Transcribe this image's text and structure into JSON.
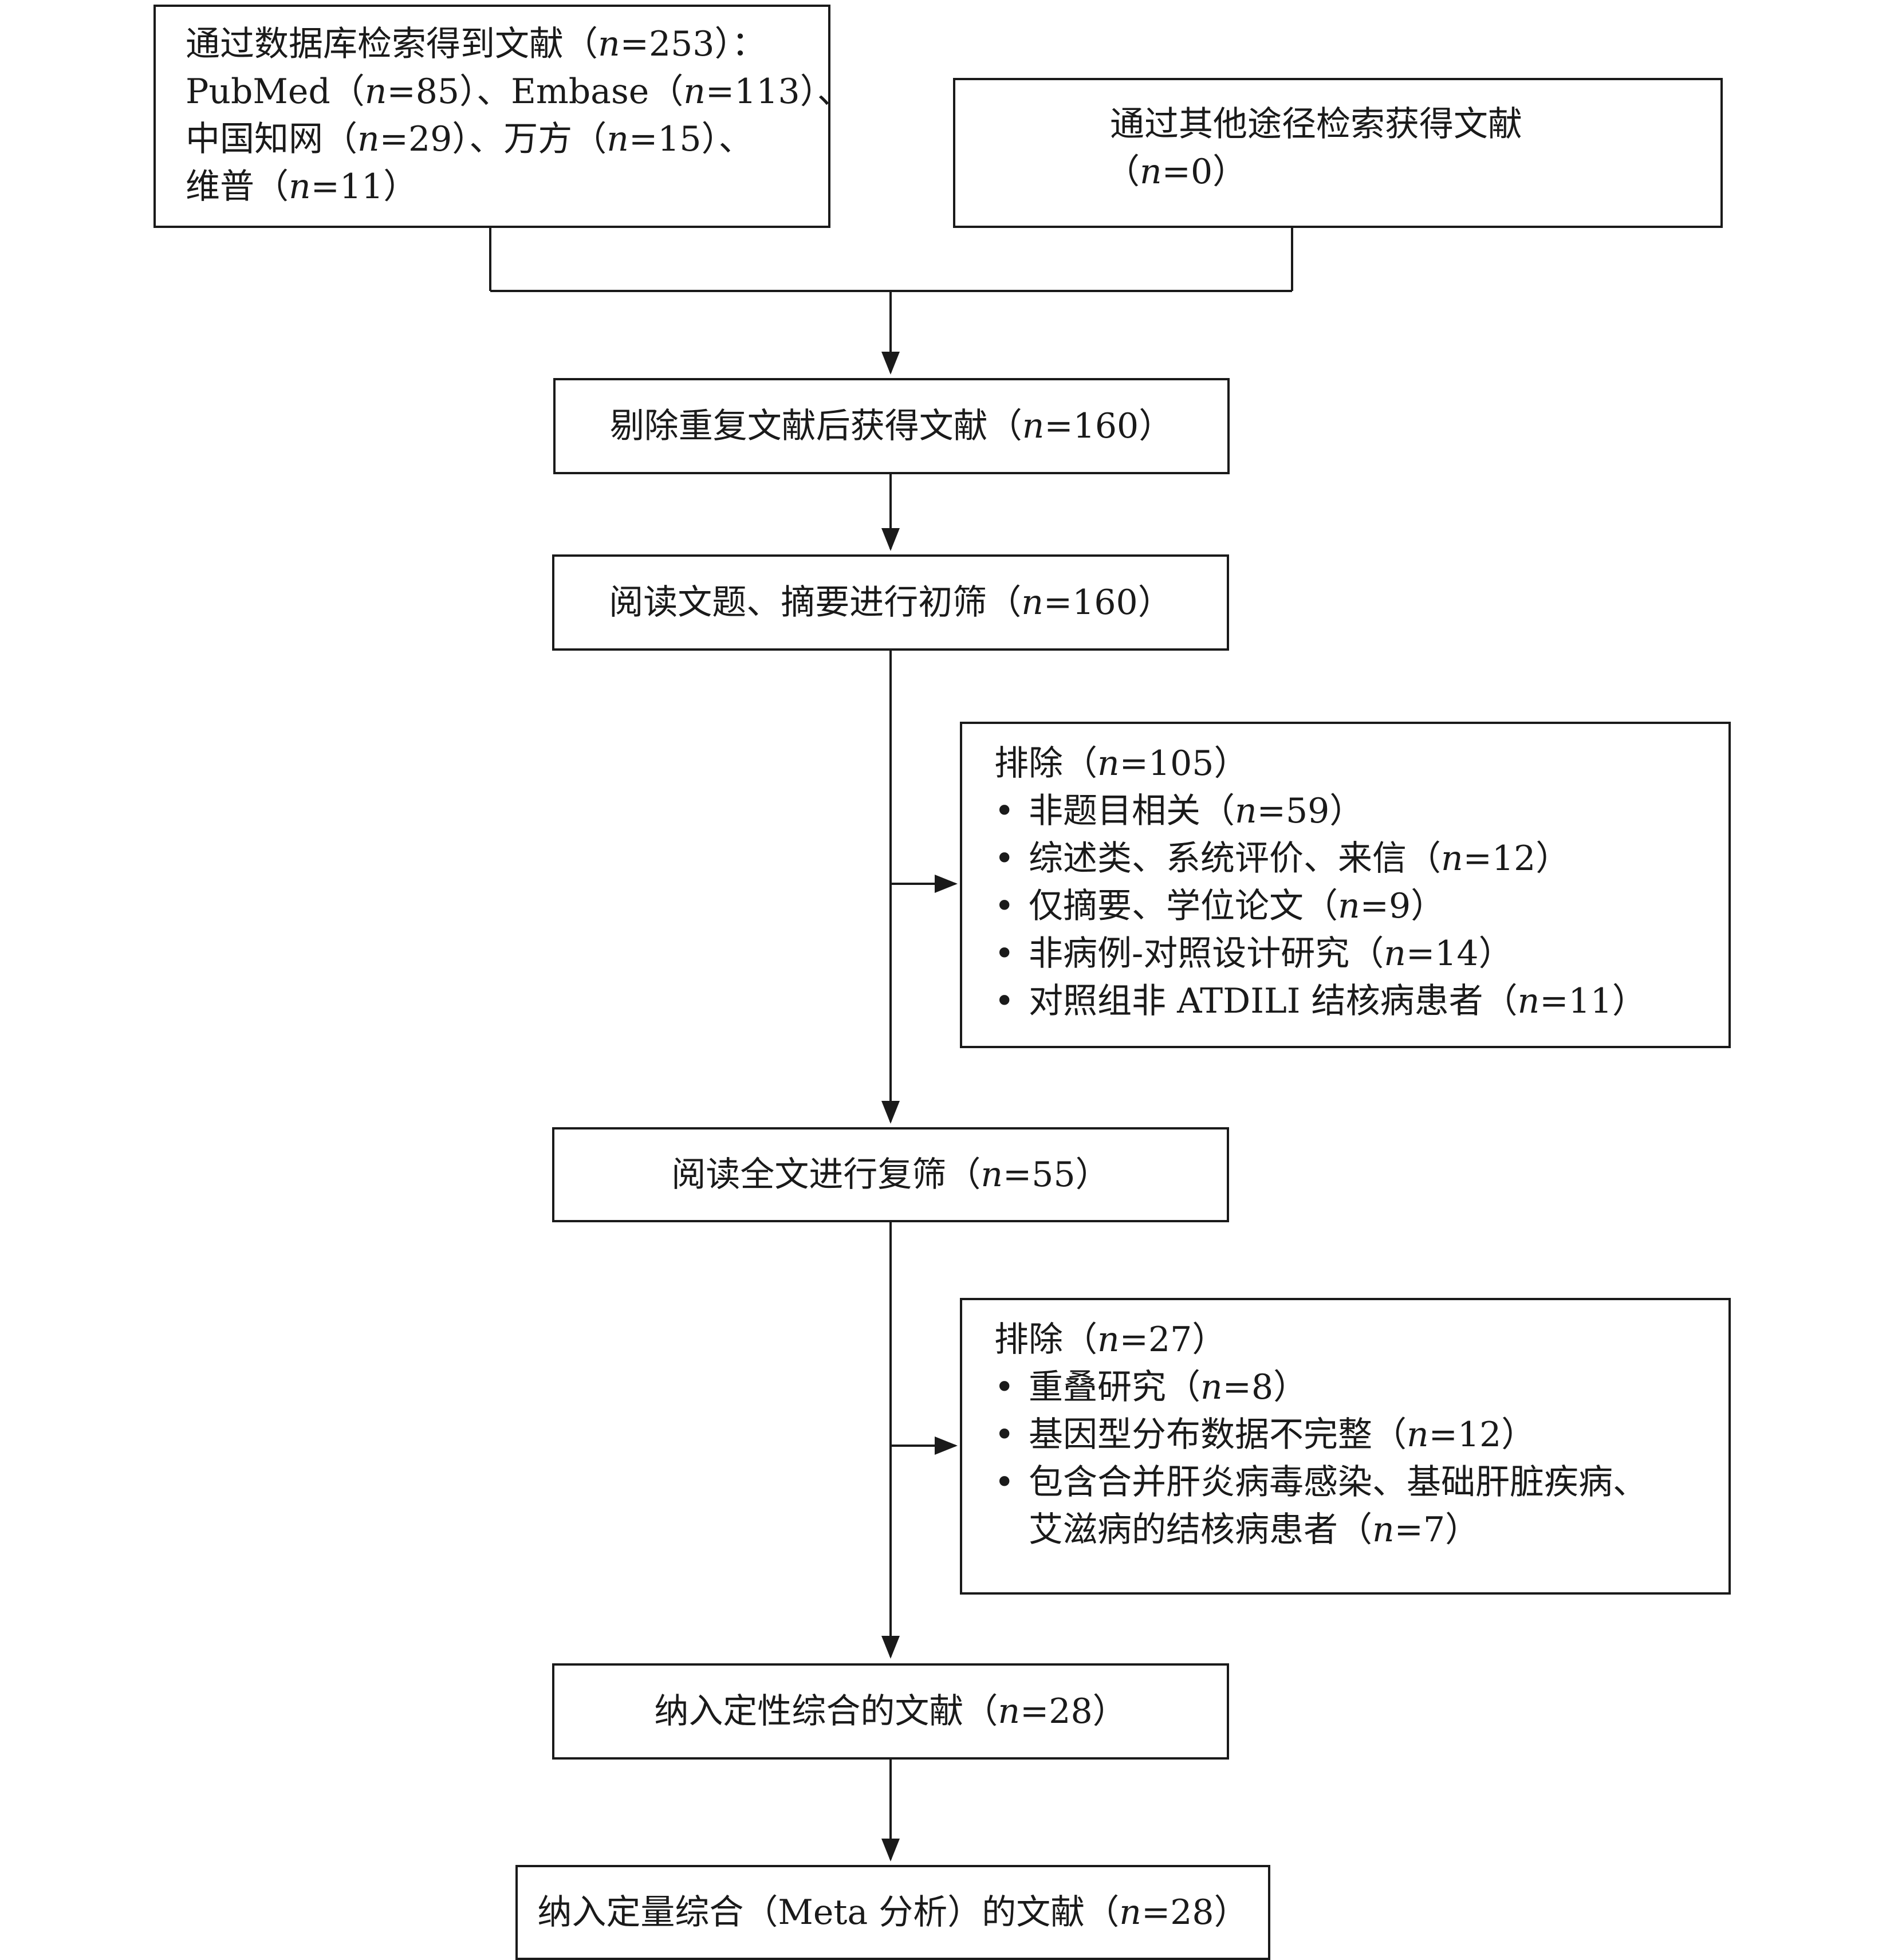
{
  "source_db": {
    "lines": [
      "通过数据库检索得到文献（n=253）：",
      "PubMed（n=85）、Embase（n=113）、",
      "中国知网（n=29）、万方（n=15）、",
      "维普（n=11）"
    ]
  },
  "source_other": {
    "lines": [
      "通过其他途径检索获得文献",
      "（n=0）"
    ]
  },
  "dedup": {
    "text": "剔除重复文献后获得文献（n=160）"
  },
  "screen_title": {
    "text": "阅读文题、摘要进行初筛（n=160）"
  },
  "exclude_1": {
    "heading": "排除（n=105）",
    "items": [
      "非题目相关（n=59）",
      "综述类、系统评价、来信（n=12）",
      "仅摘要、学位论文（n=9）",
      "非病例-对照设计研究（n=14）",
      "对照组非 ATDILI 结核病患者（n=11）"
    ]
  },
  "fulltext": {
    "text": "阅读全文进行复筛（n=55）"
  },
  "exclude_2": {
    "heading": "排除（n=27）",
    "items": [
      "重叠研究（n=8）",
      "基因型分布数据不完整（n=12）",
      "包含合并肝炎病毒感染、基础肝脏疾病、",
      "艾滋病的结核病患者（n=7）"
    ]
  },
  "qualitative": {
    "text": "纳入定性综合的文献（n=28）"
  },
  "quantitative": {
    "text": "纳入定量综合（Meta 分析）的文献（n=28）"
  },
  "colors": {
    "stroke": "#1a1a1a",
    "background": "#ffffff"
  }
}
